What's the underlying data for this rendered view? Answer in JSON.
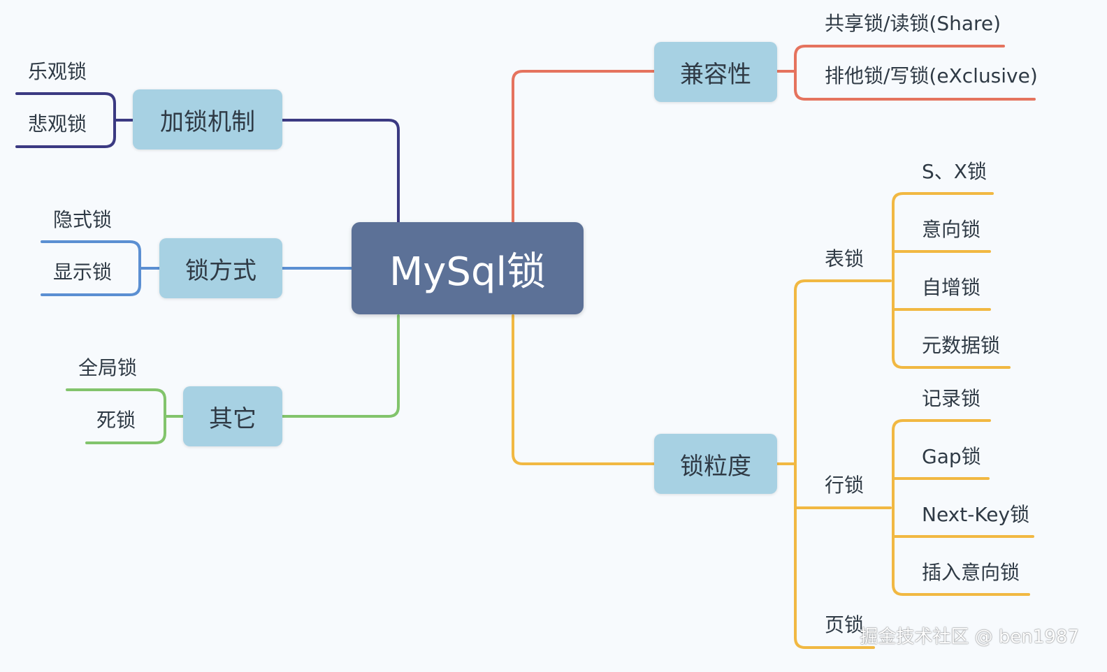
{
  "root": {
    "label": "MySql锁"
  },
  "left": [
    {
      "id": "locking-mechanism",
      "label": "加锁机制",
      "color": "#3b3a82",
      "leaves": [
        "乐观锁",
        "悲观锁"
      ]
    },
    {
      "id": "lock-method",
      "label": "锁方式",
      "color": "#5b8fd2",
      "leaves": [
        "隐式锁",
        "显示锁"
      ]
    },
    {
      "id": "other",
      "label": "其它",
      "color": "#82c46c",
      "leaves": [
        "全局锁",
        "死锁"
      ]
    }
  ],
  "right": {
    "compatibility": {
      "label": "兼容性",
      "color": "#e5735e",
      "leaves": [
        "共享锁/读锁(Share)",
        "排他锁/写锁(eXclusive)"
      ]
    },
    "granularity": {
      "label": "锁粒度",
      "color": "#f1b842",
      "groups": [
        {
          "label": "表锁",
          "leaves": [
            "S、X锁",
            "意向锁",
            "自增锁",
            "元数据锁"
          ]
        },
        {
          "label": "行锁",
          "leaves": [
            "记录锁",
            "Gap锁",
            "Next-Key锁",
            "插入意向锁"
          ]
        },
        {
          "label": "页锁",
          "leaves": []
        }
      ]
    }
  },
  "watermark": "掘金技术社区 @ ben1987"
}
